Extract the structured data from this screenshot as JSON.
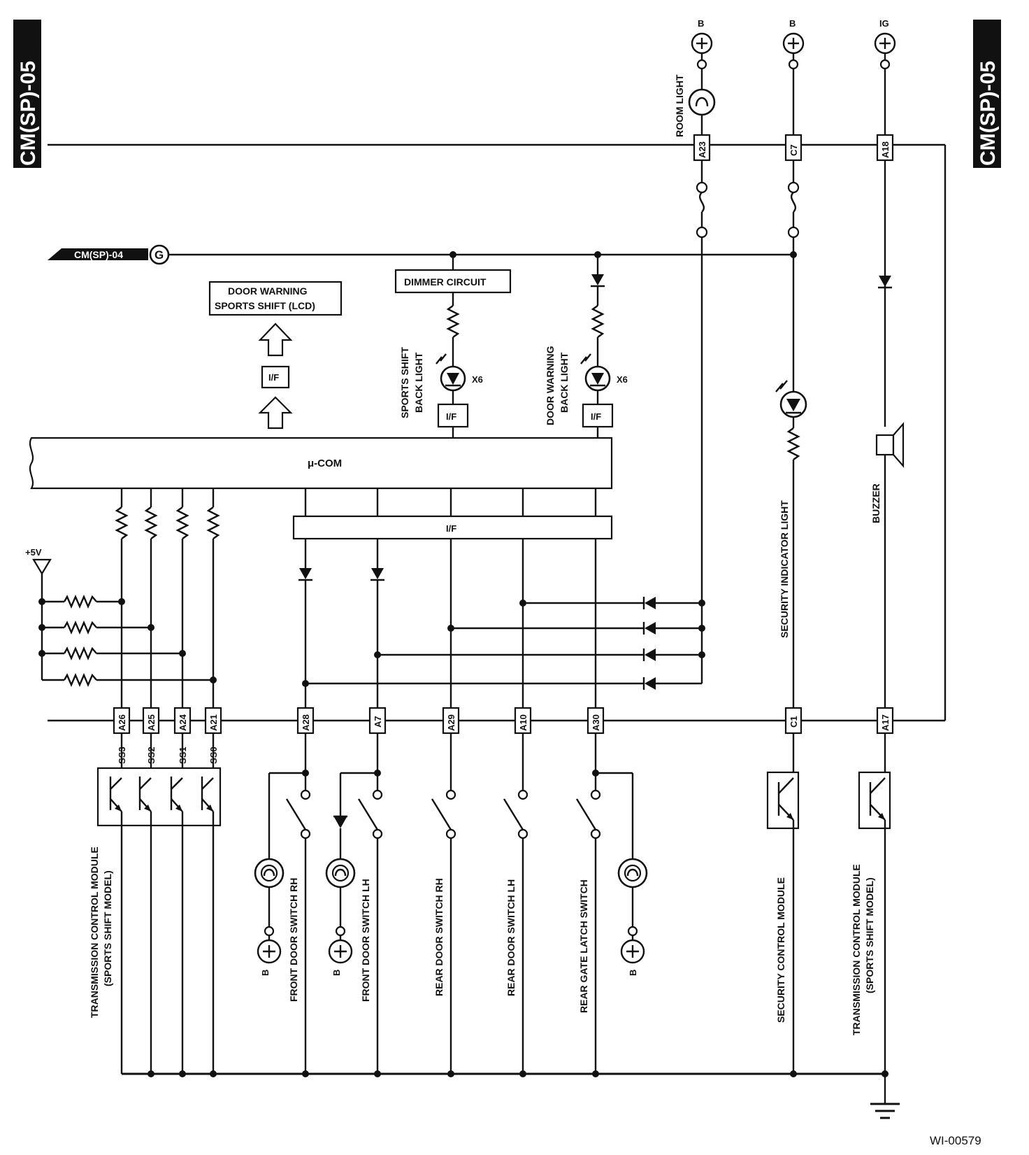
{
  "connectors": {
    "left": "CM(SP)-05",
    "right": "CM(SP)-05",
    "ground_ref": "CM(SP)-04",
    "ground_ref_symbol": "G"
  },
  "labels": {
    "door_warning_lcd_line1": "DOOR WARNING",
    "door_warning_lcd_line2": "SPORTS SHIFT (LCD)",
    "if": "I/F",
    "dimmer": "DIMMER CIRCUIT",
    "mcom": "μ-COM",
    "plus5v": "+5V",
    "x6": "X6",
    "b": "B",
    "ig": "IG",
    "room_light": "ROOM LIGHT",
    "sports_shift_back_light_1": "SPORTS SHIFT",
    "sports_shift_back_light_2": "BACK LIGHT",
    "door_warning_back_light_1": "DOOR WARNING",
    "door_warning_back_light_2": "BACK LIGHT",
    "security_indicator_light": "SECURITY INDICATOR LIGHT",
    "buzzer": "BUZZER",
    "tcm_left_1": "TRANSMISSION CONTROL MODULE",
    "tcm_left_2": "(SPORTS SHIFT MODEL)",
    "tcm_right_1": "TRANSMISSION CONTROL MODULE",
    "tcm_right_2": "(SPORTS SHIFT MODEL)",
    "security_control_module": "SECURITY CONTROL MODULE",
    "front_door_switch_rh": "FRONT DOOR SWITCH RH",
    "front_door_switch_lh": "FRONT DOOR SWITCH LH",
    "rear_door_switch_rh": "REAR DOOR SWITCH RH",
    "rear_door_switch_lh": "REAR DOOR SWITCH LH",
    "rear_gate_latch_switch": "REAR GATE LATCH SWITCH",
    "figure_id": "WI-00579"
  },
  "signals": [
    "SS3",
    "SS2",
    "SS1",
    "SS0"
  ],
  "pins_bottom": [
    "A26",
    "A25",
    "A24",
    "A21",
    "A28",
    "A7",
    "A29",
    "A10",
    "A30",
    "C1",
    "A17"
  ],
  "pins_top": [
    "A23",
    "C7",
    "A18"
  ]
}
